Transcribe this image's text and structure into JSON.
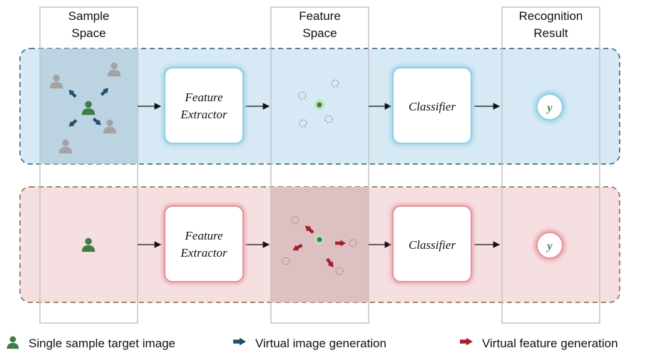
{
  "columns": {
    "sample_space": [
      "Sample",
      "Space"
    ],
    "feature_space": [
      "Feature",
      "Space"
    ],
    "recognition_result": [
      "Recognition",
      "Result"
    ]
  },
  "top_row": {
    "extractor": [
      "Feature",
      "Extractor"
    ],
    "classifier": "Classifier",
    "result": "y",
    "color": "#d6e9f5",
    "border": "#2f5f6e"
  },
  "bottom_row": {
    "extractor": [
      "Feature",
      "Extractor"
    ],
    "classifier": "Classifier",
    "result": "y",
    "color": "#f6dfe1",
    "border": "#7a6a3a"
  },
  "legend": {
    "target": "Single sample target image",
    "virtual_image": "Virtual image generation",
    "virtual_feature": "Virtual feature generation"
  },
  "colors": {
    "person_target": "#3f7d46",
    "person_virtual": "#a3a3a3",
    "arrow_image": "#1f4e6e",
    "arrow_feature": "#a3202b",
    "glow_blue": "#9ed3e6",
    "glow_red": "#e9a5ab"
  }
}
